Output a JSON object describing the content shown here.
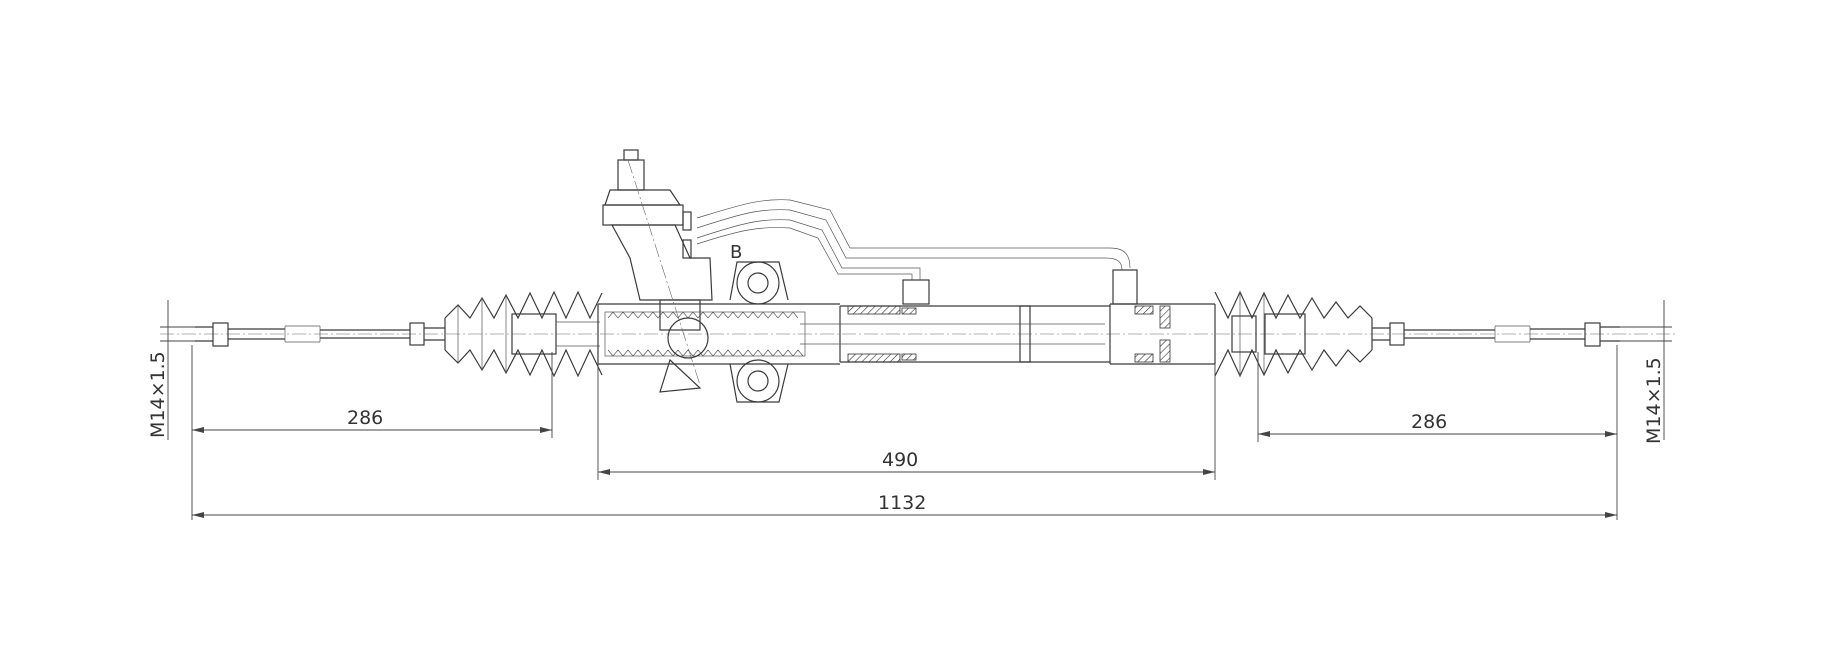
{
  "dimensions": {
    "left_rod": "286",
    "right_rod": "286",
    "housing": "490",
    "overall": "1132",
    "thread_left": "M14×1.5",
    "thread_right": "M14×1.5"
  },
  "port_label": "B",
  "colors": {
    "line": "#3a3a3a",
    "background": "#ffffff"
  }
}
